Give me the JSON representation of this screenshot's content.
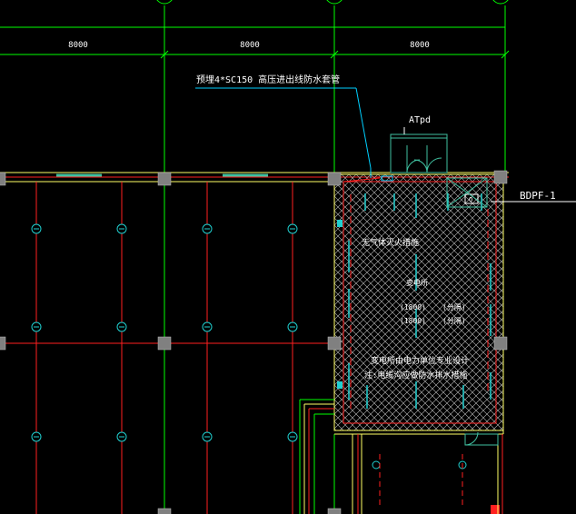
{
  "colors": {
    "background": "#000000",
    "grid_axis": "#00ff00",
    "dimension": "#00ff00",
    "wall": "#ffff66",
    "wall_red": "#ff2020",
    "column": "#808080",
    "hatch": "#cfcfcf",
    "leader": "#00d0ff",
    "annotation": "#ffffff",
    "equipment": "#40c0a0",
    "fixture": "#20d0d0",
    "label_yellow": "#ffff00"
  },
  "dimensions": {
    "bay_1": "8000",
    "bay_2": "8000",
    "bay_3": "8000"
  },
  "annotations": {
    "conduit_note": "预埋4*SC150 高压进出线防水套管",
    "atpd_label": "ATpd",
    "panel_label": "BDPF-1",
    "room_note_1": "无气体灭火措施",
    "room_note_2": "变电所由电力单位专业设计",
    "room_note_3": "注:电缆沟应做防水排水措施",
    "center_text": "变电所",
    "dim_a": "(1800)",
    "dim_b": "(1800)",
    "tag_a": "(分隔)",
    "tag_b": "(分隔)",
    "box_label": "Q"
  },
  "icons": {
    "column": "column-square-icon",
    "fixture": "light-fixture-circle-icon",
    "panel": "electrical-panel-icon",
    "door": "door-swing-icon"
  }
}
